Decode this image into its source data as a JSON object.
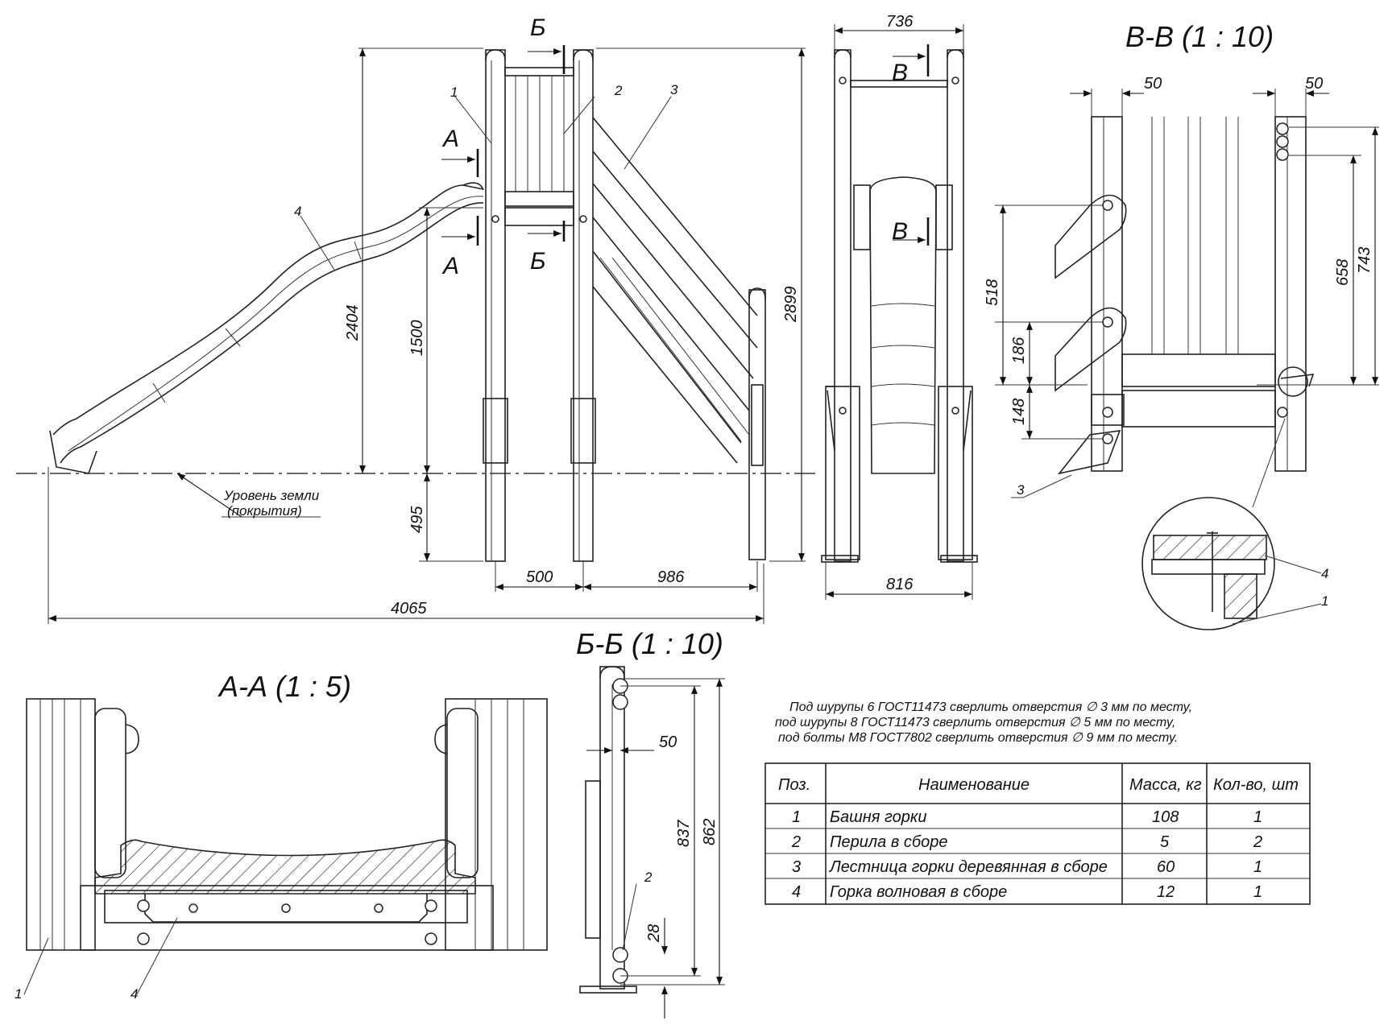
{
  "views": {
    "section_vv_title": "В-В (1 : 10)",
    "section_aa_title": "А-А (1 : 5)",
    "section_bb_title": "Б-Б (1 : 10)"
  },
  "cut_markers": {
    "a": "А",
    "b": "Б",
    "v": "В"
  },
  "ground_label": {
    "line1": "Уровень земли",
    "line2": "(покрытия)"
  },
  "dimensions": {
    "front_total_height": "2899",
    "front_slide_height": "2404",
    "front_platform_height": "1500",
    "front_depth_below_ground": "495",
    "front_post_spacing": "500",
    "front_stair_run": "986",
    "front_total_length": "4065",
    "side_top_width": "736",
    "side_base_width": "816",
    "vv_left_offset": "50",
    "vv_right_offset": "50",
    "vv_height_743": "743",
    "vv_height_658": "658",
    "vv_height_518": "518",
    "vv_height_186": "186",
    "vv_height_148": "148",
    "bb_offset": "50",
    "bb_height_837": "837",
    "bb_height_862": "862",
    "bb_height_28": "28"
  },
  "position_labels": {
    "p1": "1",
    "p2": "2",
    "p3": "3",
    "p4": "4"
  },
  "notes": [
    "Под шурупы 6 ГОСТ11473 сверлить отверстия  ∅ 3 мм по месту,",
    "под шурупы 8 ГОСТ11473 сверлить отверстия  ∅ 5 мм по месту,",
    "под болты М8 ГОСТ7802 сверлить отверстия  ∅ 9 мм по месту."
  ],
  "parts_table": {
    "headers": [
      "Поз.",
      "Наименование",
      "Масса, кг",
      "Кол-во, шт"
    ],
    "rows": [
      [
        "1",
        "Башня горки",
        "108",
        "1"
      ],
      [
        "2",
        "Перила в сборе",
        "5",
        "2"
      ],
      [
        "3",
        "Лестница горки деревянная в сборе",
        "60",
        "1"
      ],
      [
        "4",
        "Горка волновая в сборе",
        "12",
        "1"
      ]
    ]
  }
}
